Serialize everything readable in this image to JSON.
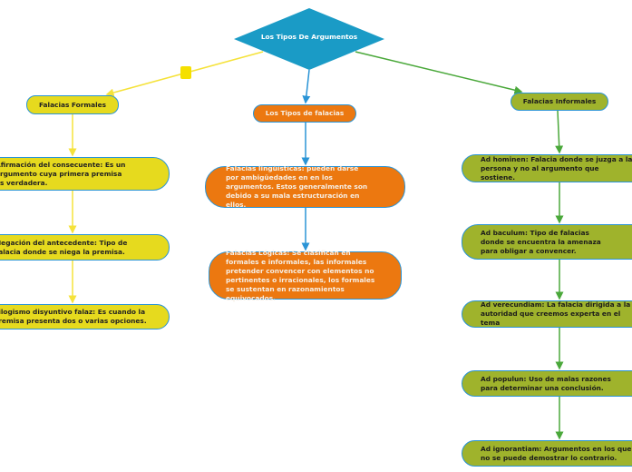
{
  "root": {
    "label": "Los Tipos De Argumentos",
    "color": "#1a9bc6"
  },
  "branches": [
    {
      "label": "Falacias Formales",
      "color": "#e6da1e",
      "line_color": "#f5e23a",
      "children": [
        "Afirmación del consecuente: Es un argumento cuya primera premisa es verdadera.",
        "Negación del antecedente: Tipo de falacia donde se niega la premisa.",
        "Silogismo disyuntivo falaz: Es cuando la premisa presenta dos o varias opciones."
      ]
    },
    {
      "label": "Los Tipos de falacias",
      "color": "#ec7810",
      "line_color": "#2a94d6",
      "children": [
        "Falacias lingüísticas: pueden darse por ambigüedades en en los argumentos. Estos generalmente son debido a su mala estructuración en ellos.",
        "Falacias Lógicas: Se clasifican en formales e informales, las informales pretender convencer con elementos no pertinentes o irracionales, los formales se sustentan en razonamientos equivocados."
      ]
    },
    {
      "label": "Falacias Informales",
      "color": "#9fb32c",
      "line_color": "#4aa83a",
      "children": [
        "Ad hominen: Falacia donde se juzga a la persona y no al argumento que sostiene.",
        "Ad baculum: Tipo de falacias donde se encuentra la amenaza para obligar a convencer.",
        "Ad verecundiam: La falacia dirigida a la autoridad que creemos experta en el tema",
        "Ad populun: Uso de malas razones para determinar una conclusión.",
        "Ad ignorantiam: Argumentos en los que no se puede demostrar lo contrario."
      ]
    }
  ]
}
